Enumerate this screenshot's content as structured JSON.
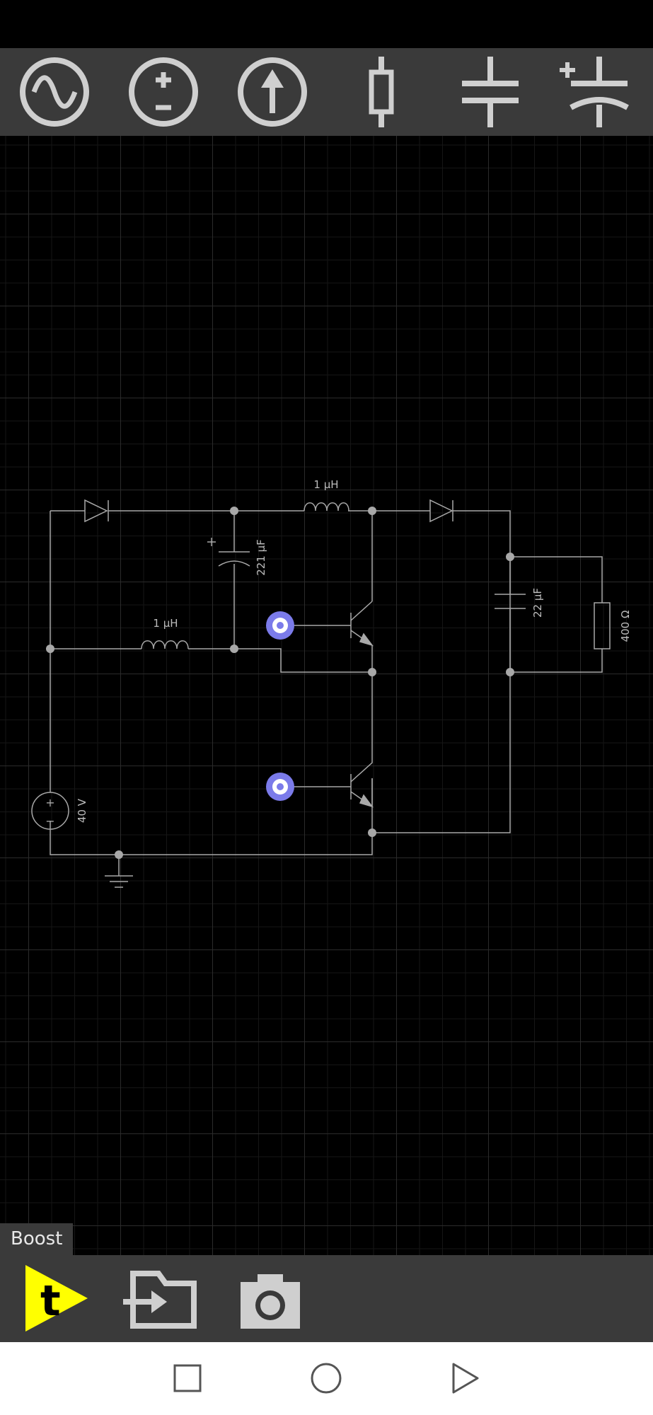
{
  "toolbar": {
    "tools": [
      {
        "name": "ac-source",
        "icon": "ac-source-icon"
      },
      {
        "name": "dc-voltage-source",
        "icon": "dc-voltage-source-icon"
      },
      {
        "name": "current-source",
        "icon": "current-source-icon"
      },
      {
        "name": "resistor",
        "icon": "resistor-icon"
      },
      {
        "name": "capacitor",
        "icon": "capacitor-icon"
      },
      {
        "name": "polarized-capacitor",
        "icon": "polarized-capacitor-icon"
      }
    ]
  },
  "circuit": {
    "name": "Boost",
    "components": {
      "inductor_top": "1 μH",
      "inductor_left": "1 μH",
      "capacitor_polarized": "221 μF",
      "capacitor_output": "22 μF",
      "resistor_load": "400 Ω",
      "voltage_source": "40 V"
    },
    "symbols": {
      "plus": "+",
      "minus": "−"
    }
  },
  "bottom_toolbar": {
    "buttons": [
      {
        "name": "simulate",
        "icon": "simulate-play-icon"
      },
      {
        "name": "export",
        "icon": "export-icon"
      },
      {
        "name": "screenshot",
        "icon": "camera-icon"
      }
    ]
  },
  "nav": {
    "buttons": [
      "recent-apps-icon",
      "home-icon",
      "back-icon"
    ]
  },
  "colors": {
    "toolbar": "#3a3a3a",
    "wire": "#a8a8a8",
    "probe": "#7b7bea",
    "simulate_accent": "#ffff00"
  }
}
